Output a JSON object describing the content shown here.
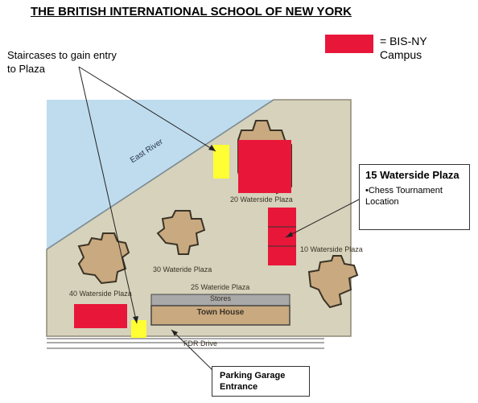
{
  "title": "THE BRITISH INTERNATIONAL SCHOOL OF NEW YORK",
  "legend": {
    "label": "= BIS-NY Campus",
    "color": "#e8173a"
  },
  "staircase_label": "Staircases to gain entry to Plaza",
  "river": "East River",
  "buildings": {
    "b20": "20 Waterside Plaza",
    "b30": "30 Wateride Plaza",
    "b40": "40 Waterside Plaza",
    "b10": "10 Waterside Plaza",
    "b25": "25 Wateride Plaza",
    "stores": "Stores",
    "town_house": "Town House"
  },
  "road": "FDR Drive",
  "callout": {
    "heading": "15 Waterside Plaza",
    "note": "•Chess Tournament Location"
  },
  "garage": "Parking Garage Entrance",
  "colors": {
    "plaza": "#d6d2bb",
    "river": "#bfdcee",
    "building": "#c9a97f",
    "campus": "#e8173a",
    "staircase": "#ffff33"
  }
}
